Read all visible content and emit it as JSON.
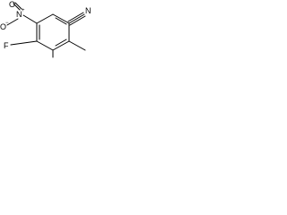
{
  "molecule": {
    "atoms": {
      "fluorine": "F",
      "nitro_nitrogen": "N",
      "nitro_oxygen_double": "O",
      "nitro_oxygen_single": "O",
      "nitro_charge_n": "+",
      "nitro_charge_o": "−",
      "nitrile_nitrogen": "N"
    }
  }
}
